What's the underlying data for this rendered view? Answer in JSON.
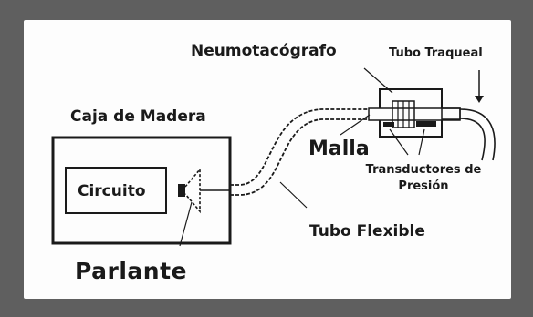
{
  "colors": {
    "frame": "#5f5f5f",
    "panel": "#fdfdfd",
    "ink": "#1a1a1a"
  },
  "labels": {
    "neumotacografo": "Neumotacógrafo",
    "tubo_traqueal": "Tubo Traqueal",
    "caja_de_madera": "Caja de Madera",
    "malla": "Malla",
    "transductores_line1": "Transductores de",
    "transductores_line2": "Presión",
    "circuito": "Circuito",
    "tubo_flexible": "Tubo Flexible",
    "parlante": "Parlante"
  }
}
